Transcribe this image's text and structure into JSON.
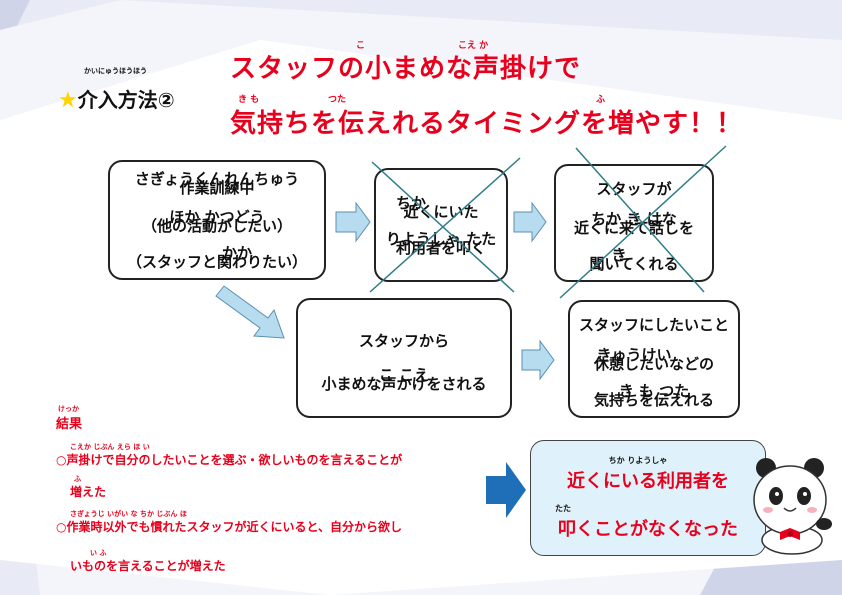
{
  "header": {
    "star": "★",
    "method_furigana": "かいにゅうほうほう",
    "method_label": "介入方法②",
    "title_line1": "スタッフの小まめな声掛けで",
    "title_line2": "気持ちを伝えれるタイミングを増やす！！",
    "furi_line1": [
      "こ",
      "こえ か"
    ],
    "furi_line2": [
      "き も",
      "つた",
      "ふ"
    ]
  },
  "boxes": {
    "box1": {
      "furi": [
        "さぎょうくんれんちゅう",
        "ほか かつどう",
        "かか"
      ],
      "lines": [
        "作業訓練中",
        "（他の活動がしたい）",
        "（スタッフと関わりたい）"
      ]
    },
    "box2": {
      "furi": [
        "ちか",
        "りようしゃ たた"
      ],
      "lines": [
        "近くにいた",
        "利用者を叩く"
      ]
    },
    "box3": {
      "furi": [
        "ちか き はな",
        "き"
      ],
      "lines": [
        "スタッフが",
        "近くに来て話しを",
        "聞いてくれる"
      ]
    },
    "box4": {
      "furi": [
        "こ こえ"
      ],
      "lines": [
        "スタッフから",
        "小まめな声かけをされる"
      ]
    },
    "box5": {
      "furi": [
        "きゅうけい",
        "き も つた"
      ],
      "lines": [
        "スタッフにしたいこと",
        "休憩したいなどの",
        "気持ちを伝えれる"
      ]
    }
  },
  "result": {
    "furi_title": "けっか",
    "title": "結果",
    "furi": [
      "こえか じぶん えら ほ い",
      "ふ",
      "さぎょうじ いがい な ちか じぶん ほ",
      "い ふ"
    ],
    "lines": [
      "○声掛けで自分のしたいことを選ぶ・欲しいものを言えることが",
      "増えた",
      "○作業時以外でも慣れたスタッフが近くにいると、自分から欲し",
      "いものを言えることが増えた"
    ]
  },
  "outcome": {
    "furi": [
      "ちか りようしゃ",
      "たた"
    ],
    "lines": [
      "近くにいる利用者を",
      "叩くことがなくなった"
    ]
  },
  "colors": {
    "red": "#e8001c",
    "box_light": "#dff2fb",
    "arrow_fill": "#b7dcf0",
    "arrow_dark": "#1e6fb8"
  }
}
